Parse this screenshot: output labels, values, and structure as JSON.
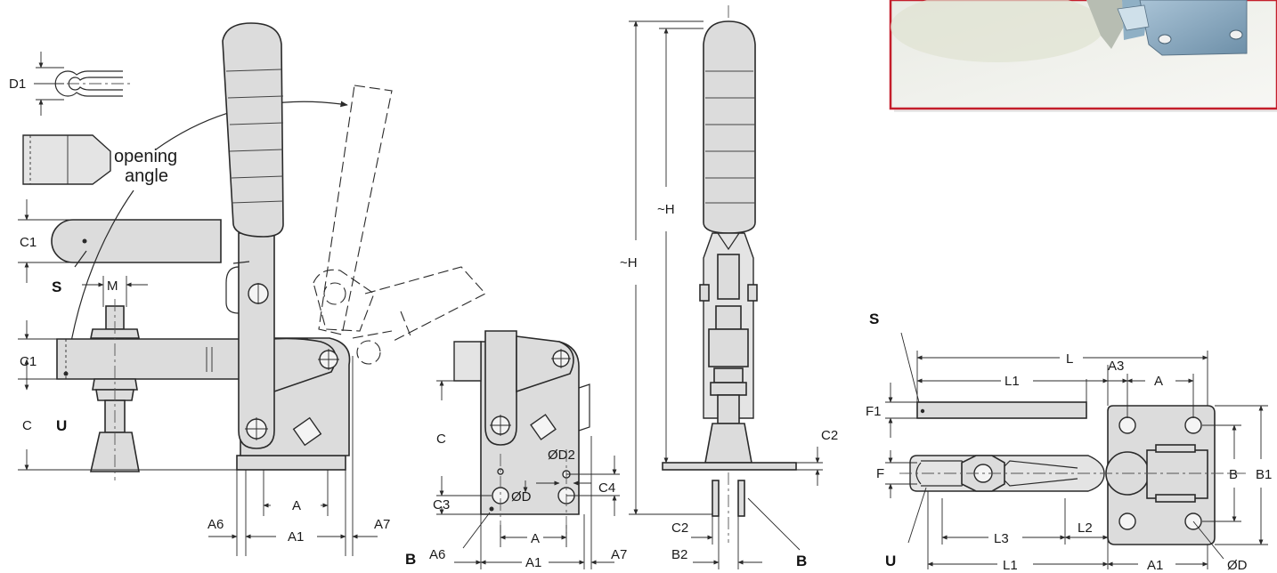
{
  "labels": {
    "d1": "D1",
    "opening_angle_line1": "opening",
    "opening_angle_line2": "angle",
    "c1_spindle": "C1",
    "s_left": "S",
    "m": "M",
    "c1_arm": "C1",
    "c_left": "C",
    "u_left": "U",
    "a_left": "A",
    "a6_left": "A6",
    "a1_left": "A1",
    "a7_left": "A7",
    "c_mid": "C",
    "c3": "C3",
    "od": "ØD",
    "od2": "ØD2",
    "c4": "C4",
    "a_mid": "A",
    "b_mid": "B",
    "a6_mid": "A6",
    "a1_mid": "A1",
    "a7_mid": "A7",
    "h_outer": "~H",
    "h_inner": "~H",
    "c2_top": "C2",
    "c2_bottom": "C2",
    "b2": "B2",
    "b_side": "B",
    "s_right": "S",
    "l_top": "L",
    "l1_top": "L1",
    "a3": "A3",
    "a_right": "A",
    "f1": "F1",
    "f": "F",
    "b_right": "B",
    "b1": "B1",
    "u_right": "U",
    "l3": "L3",
    "l2": "L2",
    "l1_bottom": "L1",
    "a1_right": "A1",
    "od_right": "ØD"
  },
  "colors": {
    "photo_frame": "#c41e2b",
    "part_fill": "#dcdcdc"
  }
}
